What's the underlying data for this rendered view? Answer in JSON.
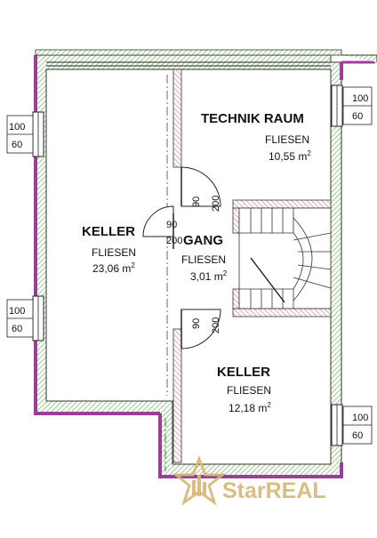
{
  "rooms": [
    {
      "name": "TECHNIK RAUM",
      "floor": "FLIESEN",
      "area": "10,55 m",
      "unit_sup": "2"
    },
    {
      "name": "KELLER",
      "floor": "FLIESEN",
      "area": "23,06 m",
      "unit_sup": "2"
    },
    {
      "name": "GANG",
      "floor": "FLIESEN",
      "area": "3,01 m",
      "unit_sup": "2"
    },
    {
      "name": "KELLER",
      "floor": "FLIESEN",
      "area": "12,18 m",
      "unit_sup": "2"
    }
  ],
  "windows": [
    {
      "top": "100",
      "bottom": "60"
    },
    {
      "top": "100",
      "bottom": "60"
    },
    {
      "top": "100",
      "bottom": "60"
    },
    {
      "top": "100",
      "bottom": "60"
    }
  ],
  "doors": [
    {
      "width": "90",
      "height": "200"
    },
    {
      "width": "90",
      "height": "200"
    },
    {
      "width": "90",
      "height": "200"
    }
  ],
  "logo": {
    "text": "StarREAL"
  },
  "colors": {
    "wall_hatch": "#9ccf8a",
    "wall_outer": "#9c3d9a",
    "interior_wall": "#d98b95",
    "logo_gold": "#d4b774"
  }
}
